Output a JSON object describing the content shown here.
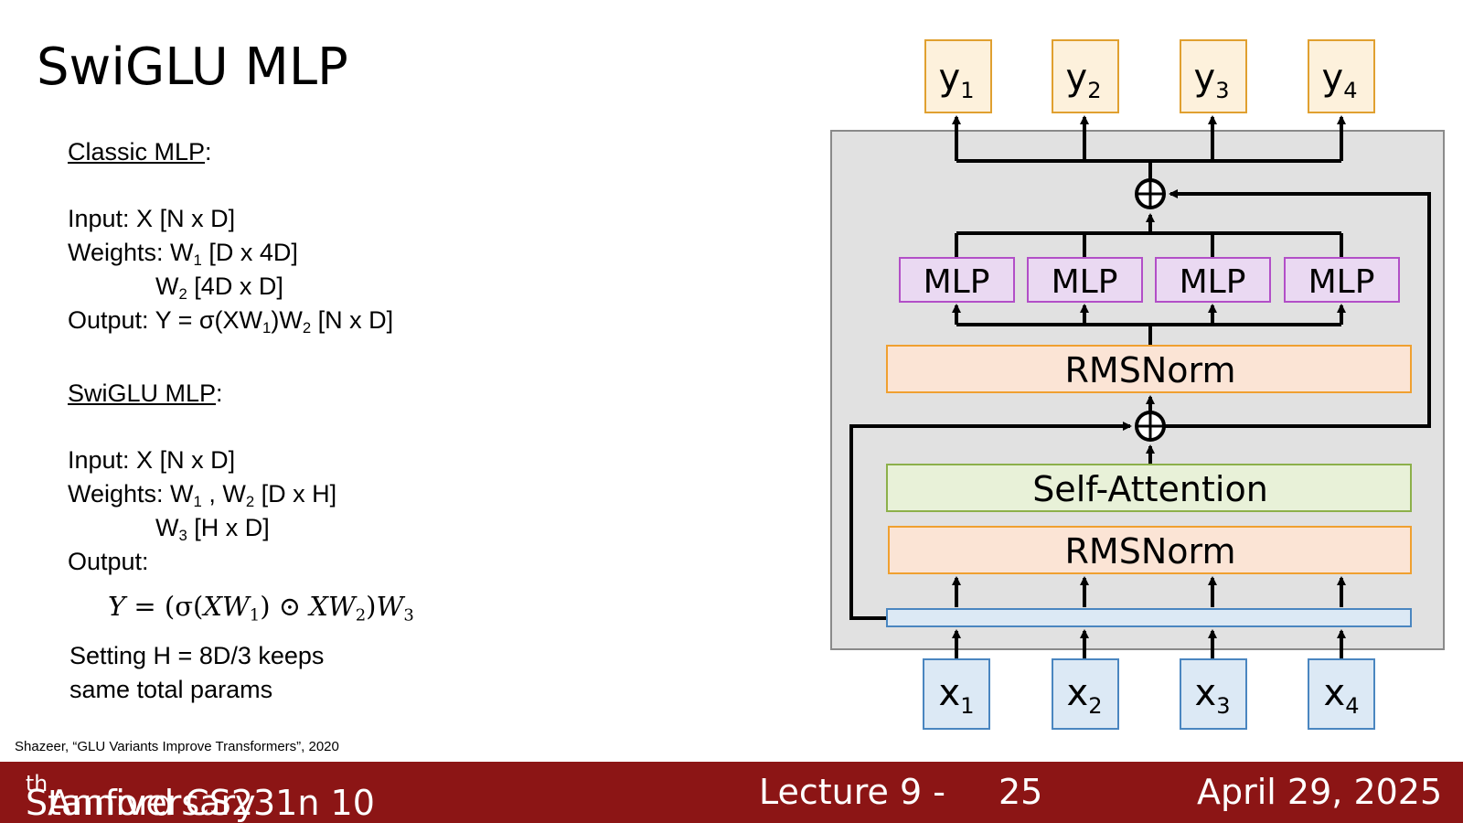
{
  "slide": {
    "title": "SwiGLU MLP",
    "classic": {
      "heading": "Classic MLP",
      "input": "Input: X [N x D]",
      "weights_prefix": "Weights: W",
      "w1_sub": "1",
      "w1_dims": " [D x 4D]",
      "w2_prefix": "W",
      "w2_sub": "2",
      "w2_dims": " [4D x D]",
      "output_prefix": "Output: Y = σ(XW",
      "output_sub1": "1",
      "output_mid": ")W",
      "output_sub2": "2",
      "output_dims": " [N x D]"
    },
    "swiglu": {
      "heading": "SwiGLU MLP",
      "input": "Input: X [N x D]",
      "weights_prefix": "Weights: W",
      "w1_sub": "1",
      "weights_mid": " , W",
      "w2_sub": "2",
      "weights_dims": " [D x H]",
      "w3_prefix": "W",
      "w3_sub": "3",
      "w3_dims": " [H x D]",
      "output_label": "Output:",
      "formula": {
        "a": "Y ",
        "b": "= (σ(",
        "c": "XW",
        "s1": "1",
        "d": ") ⊙ ",
        "e": "XW",
        "s2": "2",
        "f": ")",
        "g": "W",
        "s3": "3"
      },
      "note_line1": "Setting H = 8D/3 keeps",
      "note_line2": "same total params"
    },
    "citation": "Shazeer, “GLU Variants Improve Transformers”, 2020"
  },
  "diagram": {
    "outputs": [
      {
        "base": "y",
        "sub": "1"
      },
      {
        "base": "y",
        "sub": "2"
      },
      {
        "base": "y",
        "sub": "3"
      },
      {
        "base": "y",
        "sub": "4"
      }
    ],
    "inputs": [
      {
        "base": "x",
        "sub": "1"
      },
      {
        "base": "x",
        "sub": "2"
      },
      {
        "base": "x",
        "sub": "3"
      },
      {
        "base": "x",
        "sub": "4"
      }
    ],
    "mlp_labels": [
      "MLP",
      "MLP",
      "MLP",
      "MLP"
    ],
    "rmsnorm_top": "RMSNorm",
    "self_attention": "Self-Attention",
    "rmsnorm_bottom": "RMSNorm",
    "colors": {
      "output_fill": "#fdf1dc",
      "output_stroke": "#e0a030",
      "input_fill": "#dce9f5",
      "input_stroke": "#4a86c0",
      "mlp_fill": "#ead9f2",
      "mlp_stroke": "#b24fc7",
      "norm_fill": "#fbe4d5",
      "norm_stroke": "#f0a030",
      "attn_fill": "#e8f1d8",
      "attn_stroke": "#8cb04a",
      "block_fill": "#e1e1e1",
      "block_stroke": "#8a8a8a",
      "embed_fill": "#dce9f5",
      "embed_stroke": "#4a86c0"
    }
  },
  "footer": {
    "course": "Stanford CS231n 10",
    "course_sup": "th",
    "course_end": " Anniversary",
    "lecture": "Lecture 9 -",
    "page": "25",
    "date": "April 29, 2025"
  }
}
